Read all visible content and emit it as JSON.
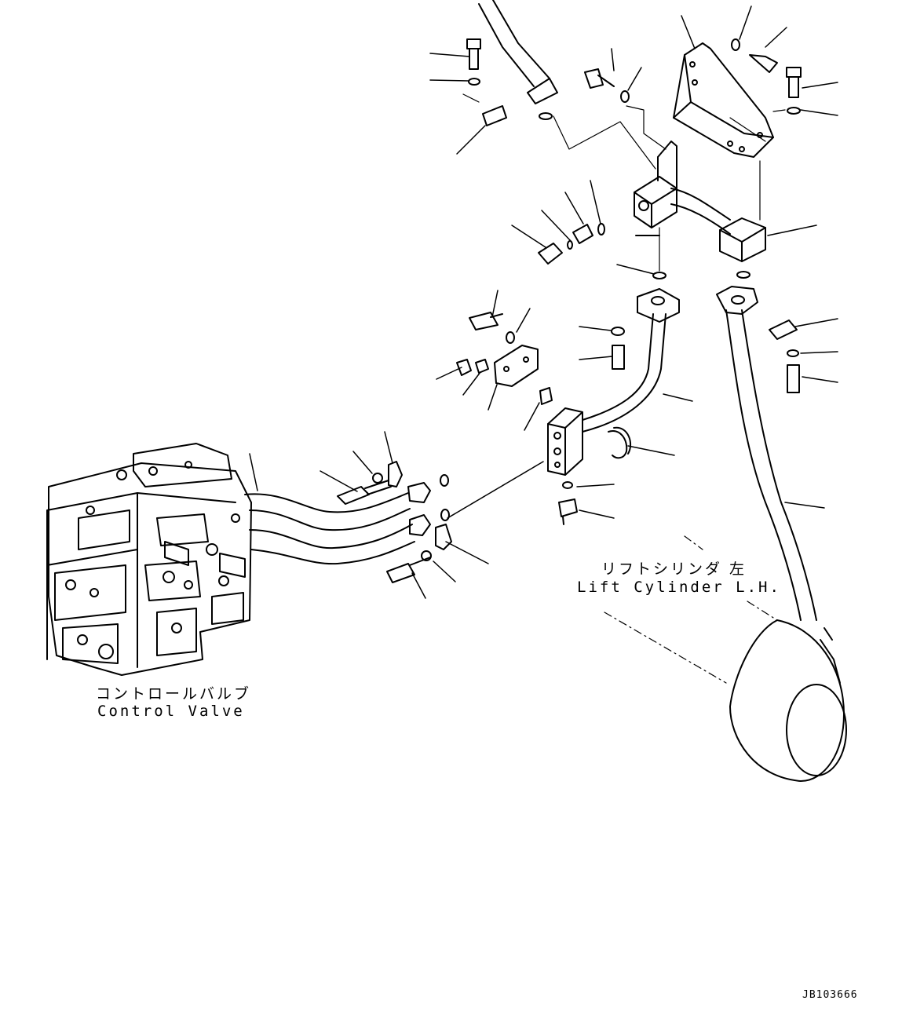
{
  "labels": {
    "control_valve_jp": "コントロールバルブ",
    "control_valve_en": "Control Valve",
    "lift_cylinder_jp": "リフトシリンダ 左",
    "lift_cylinder_en": "Lift Cylinder L.H.",
    "drawing_code": "JB103666"
  },
  "colors": {
    "line": "#000000",
    "background": "#ffffff"
  }
}
